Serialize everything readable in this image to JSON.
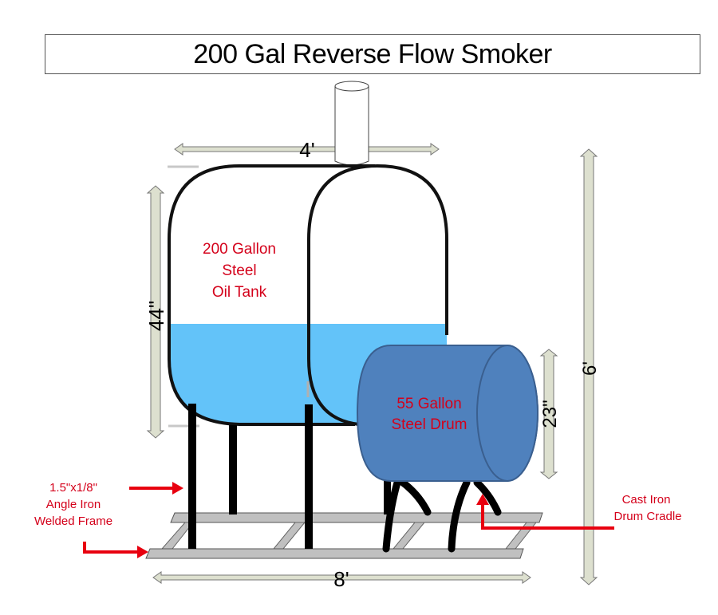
{
  "title": "200 Gal Reverse Flow Smoker",
  "labels": {
    "tank": [
      "200 Gallon",
      "Steel",
      "Oil Tank"
    ],
    "drum": [
      "55 Gallon",
      "Steel Drum"
    ],
    "frame": [
      "1.5\"x1/8\"",
      "Angle Iron",
      "Welded Frame"
    ],
    "cradle": [
      "Cast Iron",
      "Drum Cradle"
    ]
  },
  "dimensions": {
    "tank_length": "4'",
    "tank_height": "44\"",
    "drum_diameter": "23\"",
    "overall_height": "6'",
    "frame_length": "8'"
  },
  "colors": {
    "water": "#63c3f9",
    "drum": "#4f81bd",
    "drum_stroke": "#3a5f8f",
    "label_red": "#d4001a",
    "dim_arrow": "#dde0cf",
    "frame": "#c0c0c0"
  }
}
